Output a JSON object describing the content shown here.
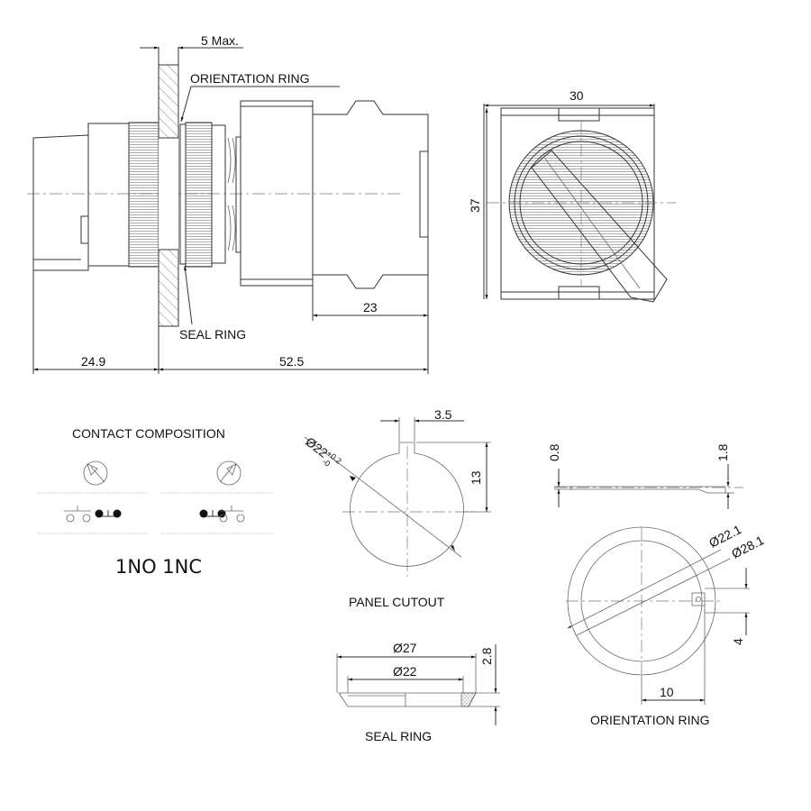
{
  "side_view": {
    "panel_thickness": "5 Max.",
    "orientation_ring_label": "ORIENTATION RING",
    "seal_ring_label": "SEAL RING",
    "dim_body": "23",
    "dim_front": "24.9",
    "dim_rear": "52.5"
  },
  "front_view": {
    "width": "30",
    "height": "37"
  },
  "contact": {
    "title": "CONTACT  COMPOSITION",
    "config": "1NO 1NC"
  },
  "panel_cutout": {
    "diameter_main": "Ø22",
    "tol_plus": "+0.2",
    "tol_minus": "-0",
    "key_width": "3.5",
    "key_height": "13",
    "title": "PANEL CUTOUT"
  },
  "seal_ring": {
    "outer": "Ø27",
    "inner": "Ø22",
    "thickness": "2.8",
    "title": "SEAL RING"
  },
  "orientation_ring": {
    "thickness_a": "0.8",
    "thickness_b": "1.8",
    "inner": "Ø22.1",
    "outer": "Ø28.1",
    "tab_h": "4",
    "tab_w": "10",
    "title": "ORIENTATION RING"
  }
}
